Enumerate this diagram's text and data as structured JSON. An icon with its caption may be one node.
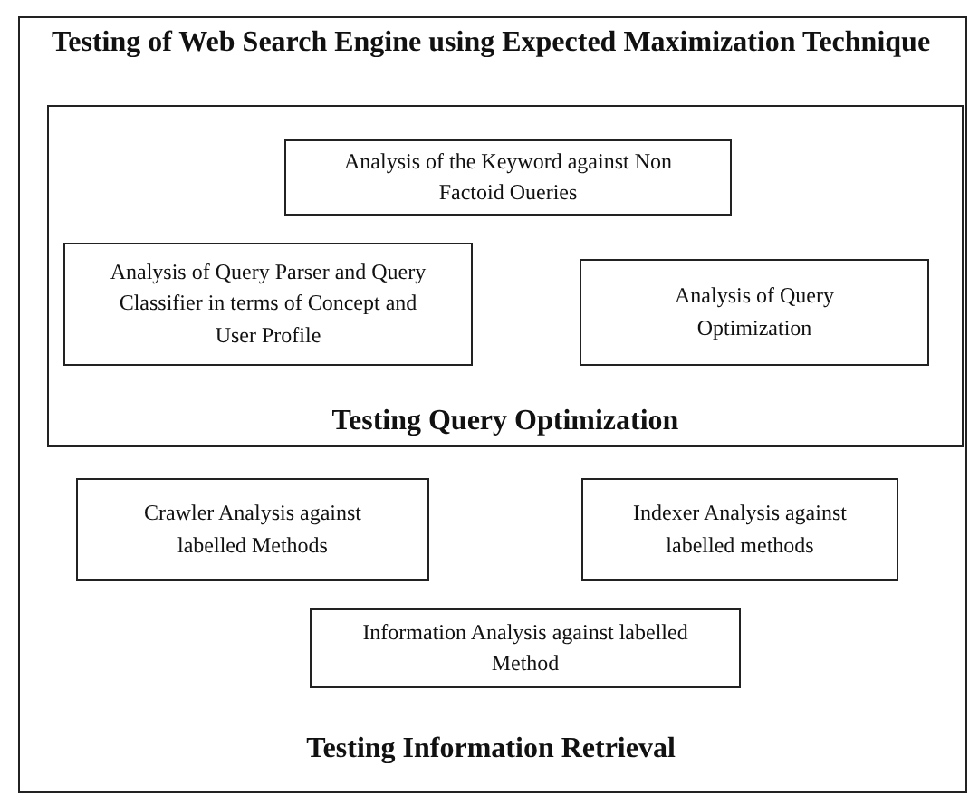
{
  "diagram": {
    "nodes": [
      {
        "text": [
          "Testing of Web Search Engine using Expected Maximization Technique",
          "Testing Information Retrieval"
        ]
      },
      {
        "text": [
          "Testing Query Optimization"
        ],
        "in": 0
      },
      {
        "text": [
          "Analysis of the Keyword against Non Factoid Oueries"
        ],
        "in": 1
      },
      {
        "text": [
          "Analysis of Query Parser and Query Classifier in terms of Concept and User Profile"
        ],
        "in": 1
      },
      {
        "text": [
          "Analysis of Query Optimization"
        ],
        "in": 1
      },
      {
        "text": [
          "Crawler Analysis against labelled Methods"
        ],
        "in": 0
      },
      {
        "text": [
          "Indexer Analysis against labelled methods"
        ],
        "in": 0
      },
      {
        "text": [
          "Information Analysis against labelled Method"
        ],
        "in": 0
      }
    ]
  }
}
